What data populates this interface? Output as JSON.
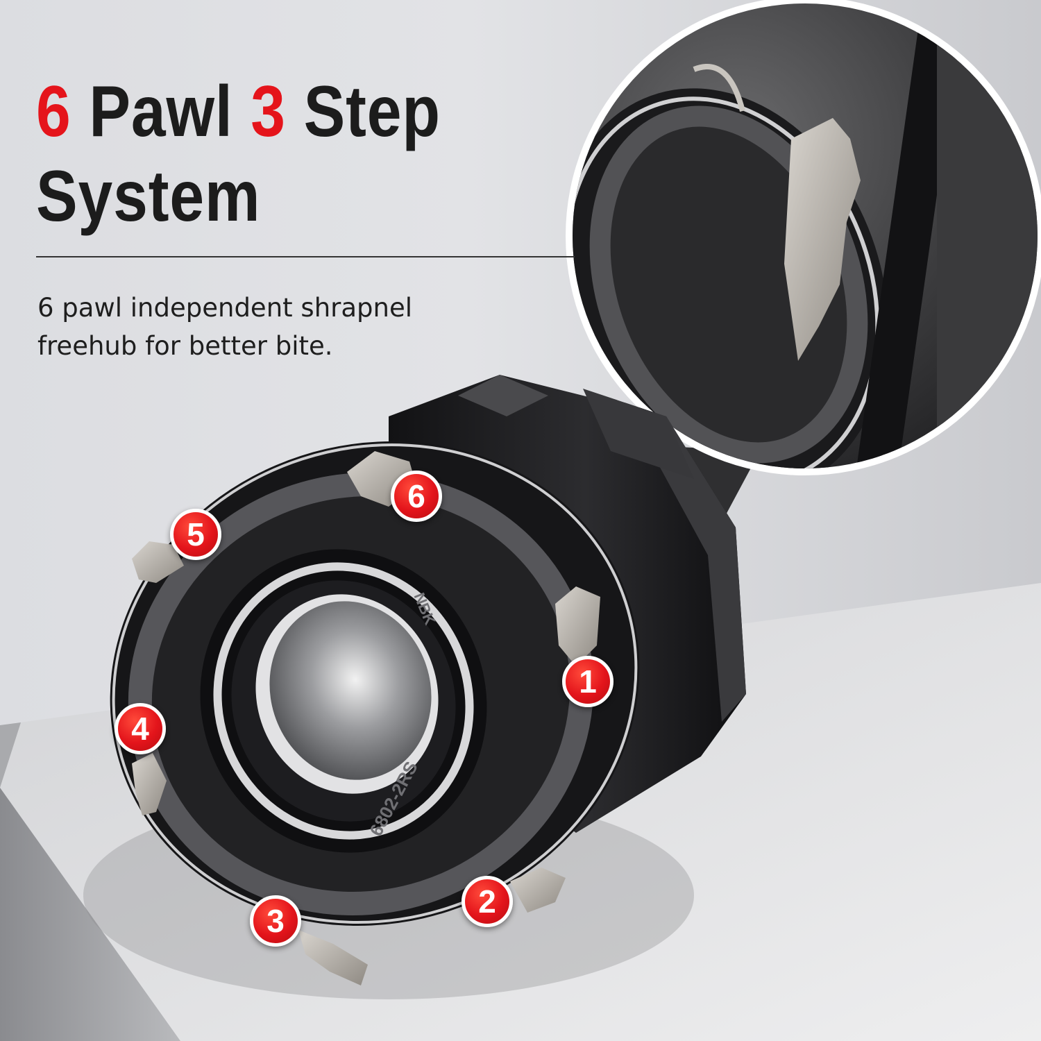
{
  "headline": {
    "num1": "6",
    "word1": "Pawl",
    "num2": "3",
    "word2": "Step",
    "line2": "System"
  },
  "description": {
    "line1": "6 pawl independent shrapnel",
    "line2": "freehub for better bite."
  },
  "bearing_print": "6802-2RS",
  "bearing_brand": "NBK",
  "pawl_markers": [
    "1",
    "2",
    "3",
    "4",
    "5",
    "6"
  ],
  "colors": {
    "accent_red": "#e5141b",
    "headline_dark": "#1c1c1c",
    "background": "#dcdde1",
    "freehub_body": "#1f1f21",
    "pawl_steel": "#bdb8b0"
  }
}
